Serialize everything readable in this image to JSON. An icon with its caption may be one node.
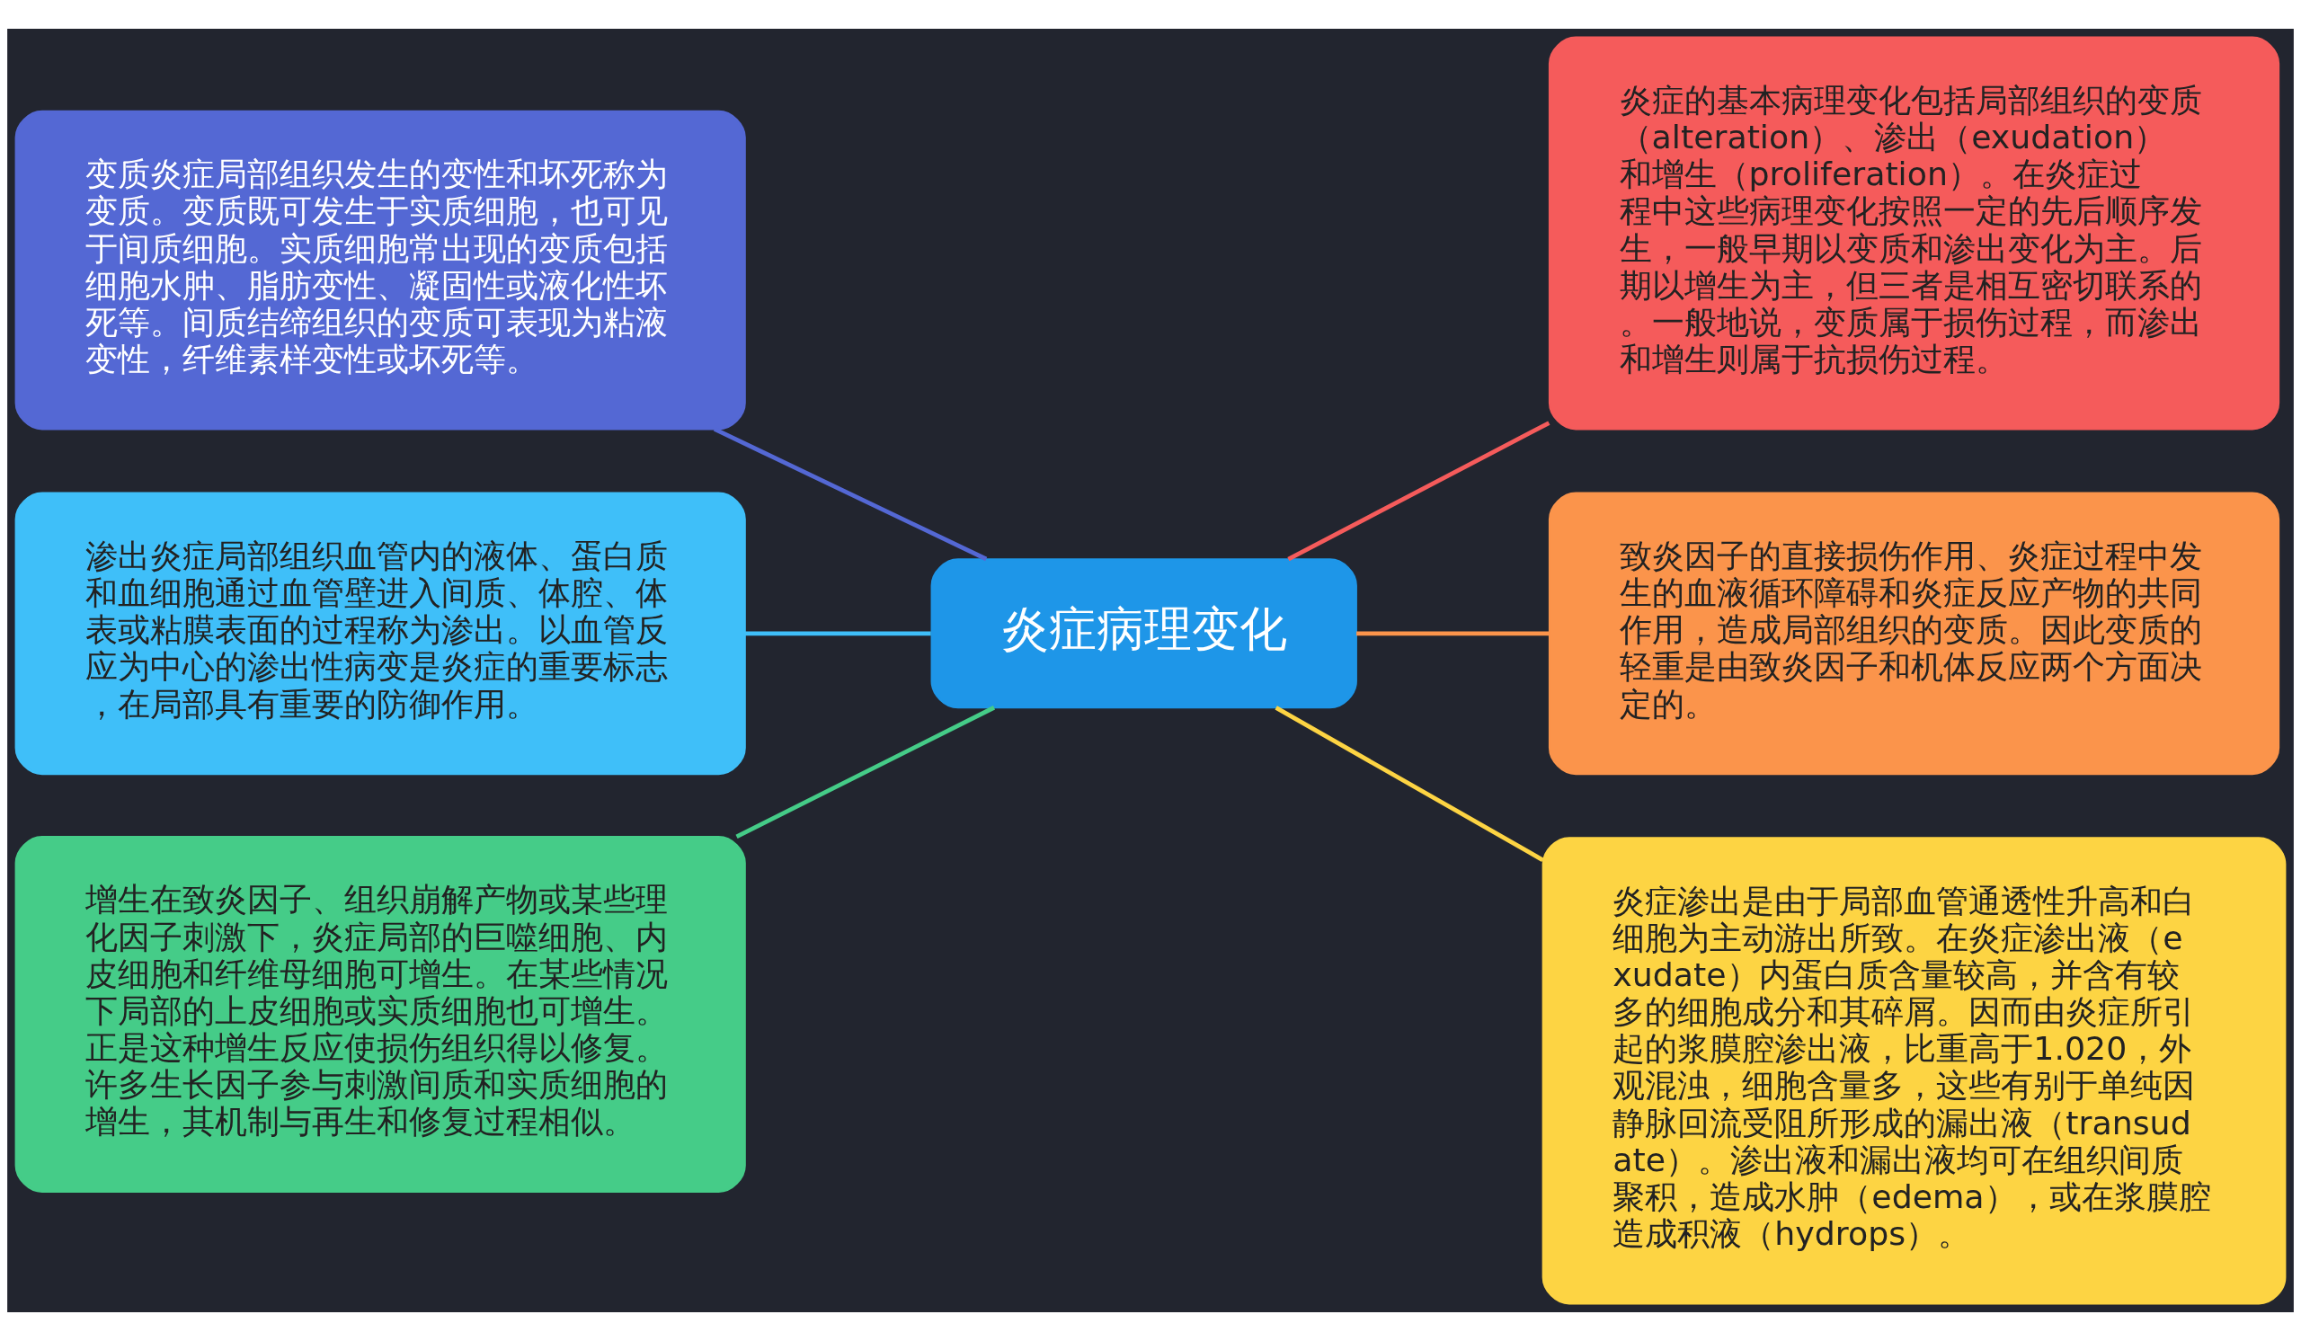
{
  "diagram": {
    "nodes": [
      {
        "text": [
          "炎症病理变化"
        ]
      },
      {
        "text": [
          "变质炎症局部组织发生的变性和坏死称为变质。变质既可发生于实质细胞，也可见于间质细胞。实质细胞常出现的变质包括细胞水肿、脂肪变性、凝固性或液化性坏死等。间质结缔组织的变质可表现为粘液变性，纤维素样变性或坏死等。"
        ]
      },
      {
        "text": [
          "渗出炎症局部组织血管内的液体、蛋白质和血细胞通过血管壁进入间质、体腔、体表或粘膜表面的过程称为渗出。以血管反应为中心的渗出性病变是炎症的重要标志，在局部具有重要的防御作用。"
        ]
      },
      {
        "text": [
          "增生在致炎因子、组织崩解产物或某些理化因子刺激下，炎症局部的巨噬细胞、内皮细胞和纤维母细胞可增生。在某些情况下局部的上皮细胞或实质细胞也可增生。正是这种增生反应使损伤组织得以修复。许多生长因子参与刺激间质和实质细胞的增生，其机制与再生和修复过程相似。"
        ]
      },
      {
        "text": [
          "炎症的基本病理变化包括局部组织的变质（alteration）、渗出（exudation）和增生（proliferation）。在炎症过程中这些病理变化按照一定的先后顺序发生，一般早期以变质和渗出变化为主。后期以增生为主，但三者是相互密切联系的。一般地说，变质属于损伤过程，而渗出和增生则属于抗损伤过程。"
        ]
      },
      {
        "text": [
          "致炎因子的直接损伤作用、炎症过程中发生的血液循环障碍和炎症反应产物的共同作用，造成局部组织的变质。因此变质的轻重是由致炎因子和机体反应两个方面决定的。"
        ]
      },
      {
        "text": [
          "炎症渗出是由于局部血管通透性升高和白细胞为主动游出所致。在炎症渗出液（exudate）内蛋白质含量较高，并含有较多的细胞成分和其碎屑。因而由炎症所引起的浆膜腔渗出液，比重高于1.020，外观混浊，细胞含量多，这些有别于单纯因静脉回流受阻所形成的漏出液（transudate）。渗出液和漏出液均可在组织间质聚积，造成水肿（edema），或在浆膜腔造成积液（hydrops）。"
        ]
      }
    ],
    "edges": [
      {
        "from": 0,
        "to": 1,
        "arrow": "none",
        "color": "#5468d4"
      },
      {
        "from": 0,
        "to": 2,
        "arrow": "none",
        "color": "#3fbff9"
      },
      {
        "from": 0,
        "to": 3,
        "arrow": "none",
        "color": "#45cc88"
      },
      {
        "from": 0,
        "to": 4,
        "arrow": "none",
        "color": "#f55b5b"
      },
      {
        "from": 0,
        "to": 5,
        "arrow": "none",
        "color": "#fb944b"
      },
      {
        "from": 0,
        "to": 6,
        "arrow": "none",
        "color": "#fdd443"
      }
    ]
  }
}
